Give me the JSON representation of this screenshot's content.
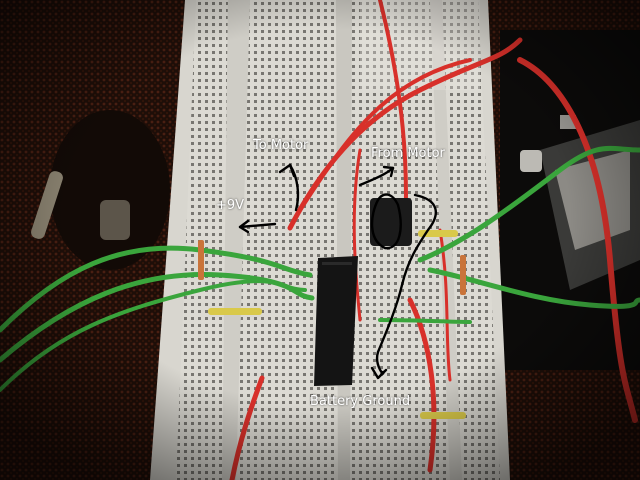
{
  "annotations": {
    "to_motor": "To Motor",
    "from_motor": "From Motor",
    "plus_9v": "+9V",
    "battery_ground": "Battery Ground"
  },
  "colors": {
    "background": "#1a0d08",
    "breadboard": "#d8d6cf",
    "wire_red": "#d8302a",
    "wire_green": "#3aa53c",
    "ic_chip": "#141414",
    "annotation_ink": "#000000"
  },
  "icons": {
    "motor_direction_arrows": "arrow-icon",
    "ground_path": "squiggle-arrow-icon"
  }
}
